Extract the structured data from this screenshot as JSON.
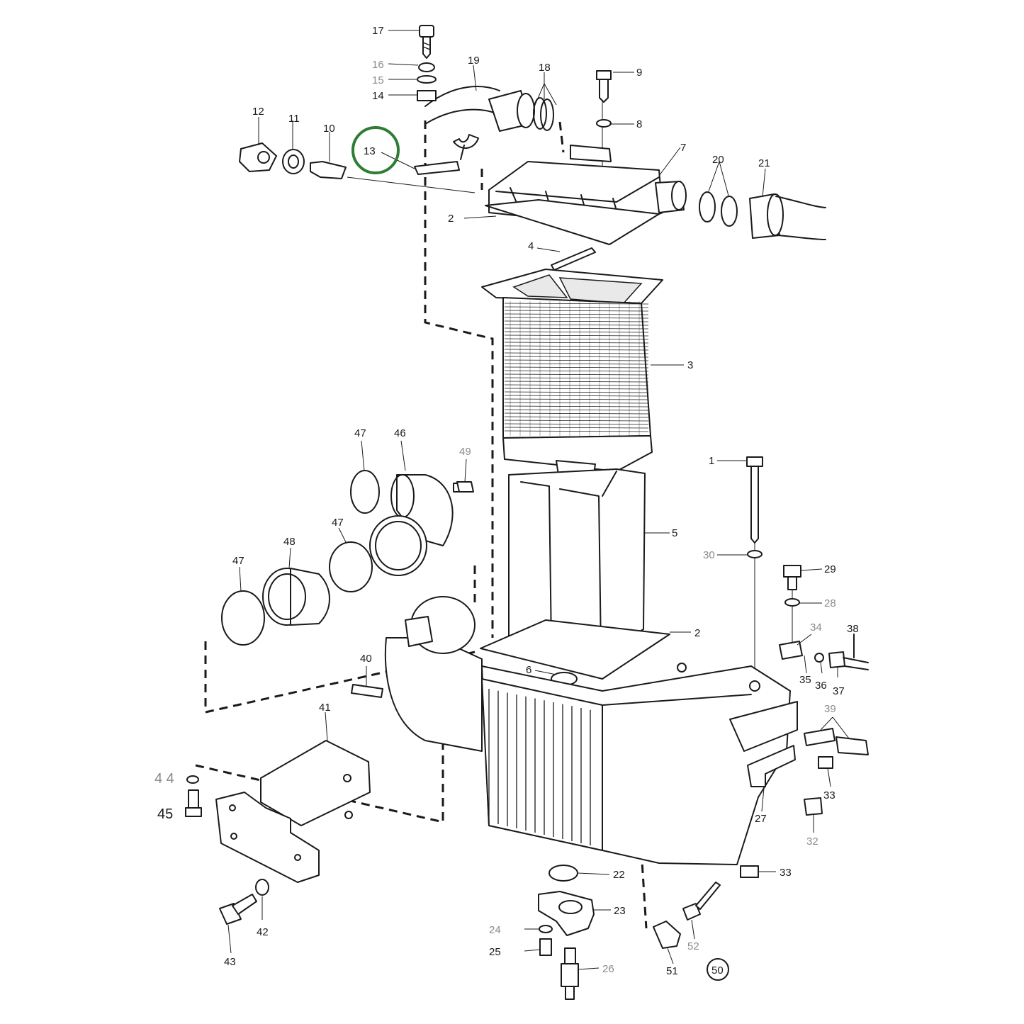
{
  "diagram": {
    "highlight": {
      "label": "13",
      "color": "#2e7d32"
    },
    "labels": {
      "l1": "1",
      "l2a": "2",
      "l2b": "2",
      "l3": "3",
      "l4": "4",
      "l5": "5",
      "l6": "6",
      "l7": "7",
      "l8": "8",
      "l9": "9",
      "l10": "10",
      "l11": "11",
      "l12": "12",
      "l14": "14",
      "l15": "15",
      "l16": "16",
      "l17": "17",
      "l18": "18",
      "l19": "19",
      "l20": "20",
      "l21": "21",
      "l22": "22",
      "l23": "23",
      "l24": "24",
      "l25": "25",
      "l26": "26",
      "l27": "27",
      "l28": "28",
      "l29": "29",
      "l30": "30",
      "l32": "32",
      "l33a": "33",
      "l33b": "33",
      "l34": "34",
      "l35": "35",
      "l36": "36",
      "l37": "37",
      "l38": "38",
      "l39": "39",
      "l40": "40",
      "l41": "41",
      "l42": "42",
      "l43": "43",
      "l44": "4 4",
      "l45": "45",
      "l46": "46",
      "l47a": "47",
      "l47b": "47",
      "l47c": "47",
      "l48": "48",
      "l49": "49",
      "l50": "50",
      "l51": "51",
      "l52": "52"
    }
  }
}
